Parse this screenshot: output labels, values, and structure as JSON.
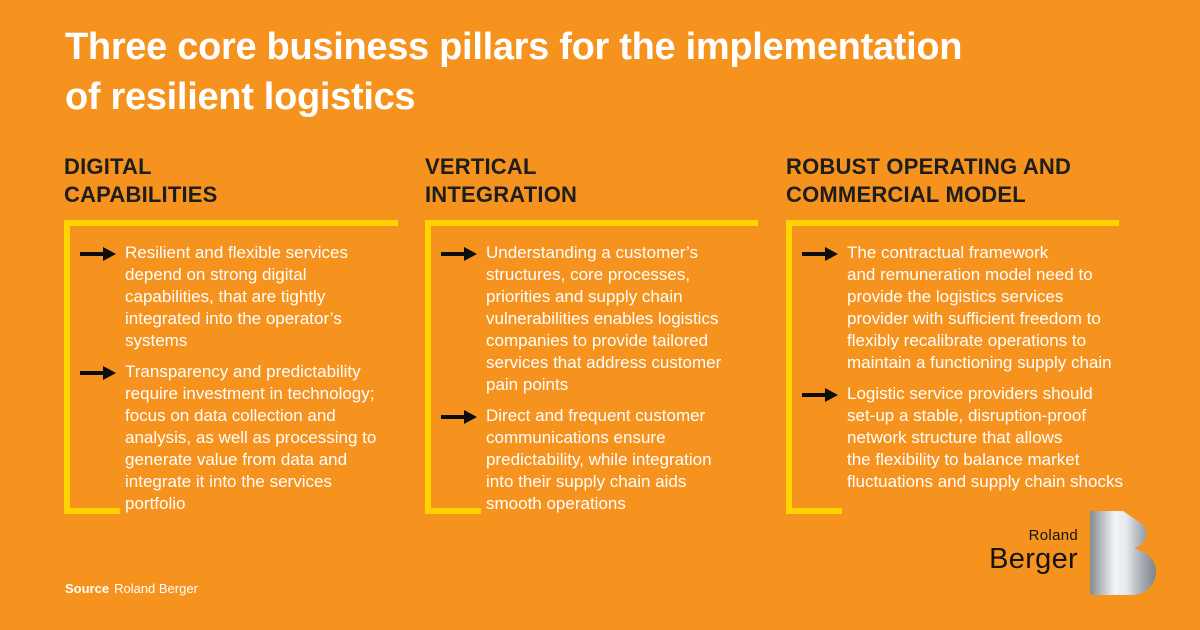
{
  "title": "Three core business pillars for the implementation\nof resilient logistics",
  "columns": [
    {
      "heading": "DIGITAL\nCAPABILITIES",
      "bullets": [
        "Resilient and flexible services\ndepend on strong digital\ncapabilities, that are tightly\nintegrated into the operator’s\nsystems",
        "Transparency and predictability\nrequire investment in technology;\nfocus on data collection and\nanalysis, as well as processing to\ngenerate value from data and\nintegrate it into the services\nportfolio"
      ]
    },
    {
      "heading": "VERTICAL\nINTEGRATION",
      "bullets": [
        "Understanding a customer’s\nstructures, core processes,\npriorities and supply chain\nvulnerabilities enables logistics\ncompanies to provide tailored\nservices that address customer\npain points",
        "Direct and frequent customer\ncommunications ensure\npredictability, while integration\ninto their supply chain aids\nsmooth operations"
      ]
    },
    {
      "heading": "ROBUST OPERATING AND\nCOMMERCIAL MODEL",
      "bullets": [
        "The contractual framework\nand remuneration model need to\nprovide the logistics services\nprovider with sufficient freedom to\nflexibly recalibrate operations to\nmaintain a functioning supply chain",
        "Logistic service providers should\nset-up a stable, disruption-proof\nnetwork structure that allows\nthe flexibility to balance market\nfluctuations and supply chain shocks"
      ]
    }
  ],
  "footer": {
    "source_label": "Source",
    "source_value": "Roland Berger"
  },
  "logo": {
    "line1": "Roland",
    "line2": "Berger",
    "mark": "b-monogram-silver"
  },
  "icons": {
    "bullet": "arrow-right-icon"
  },
  "colors": {
    "background": "#F6921E",
    "accent_yellow": "#FFD400",
    "text_dark": "#1D1D1B",
    "text_light": "#FFFFFF",
    "logo_silver_light": "#F3F4F5",
    "logo_silver_dark": "#7E858B"
  }
}
